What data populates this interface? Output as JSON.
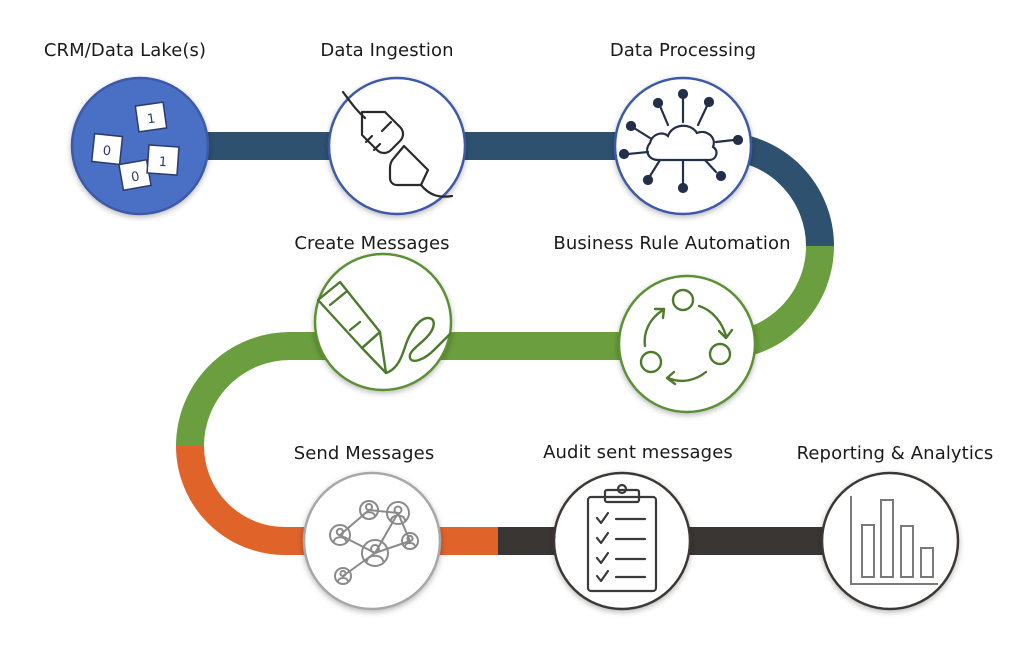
{
  "colors": {
    "blue_path": "#2e5170",
    "green_path": "#6a9e3e",
    "orange_path": "#e0632a",
    "dark_path": "#3a3634",
    "blue_circle_fill": "#4a6fc4",
    "blue_circle_stroke": "#3c5aa8",
    "green_stroke": "#5d8f35",
    "gray_stroke": "#a7a7a7",
    "dark_stroke": "#3c3836"
  },
  "steps": [
    {
      "label": "CRM/Data Lake(s)",
      "icon": "data-lake-icon",
      "tile_digits": [
        "1",
        "0",
        "0",
        "1"
      ]
    },
    {
      "label": "Data Ingestion",
      "icon": "plug-icon"
    },
    {
      "label": "Data Processing",
      "icon": "cloud-network-icon"
    },
    {
      "label": "Create Messages",
      "icon": "pen-icon"
    },
    {
      "label": "Business Rule Automation",
      "icon": "cycle-icon"
    },
    {
      "label": "Send Messages",
      "icon": "network-people-icon"
    },
    {
      "label": "Audit sent messages",
      "icon": "clipboard-checklist-icon"
    },
    {
      "label": "Reporting & Analytics",
      "icon": "bar-chart-icon"
    }
  ]
}
